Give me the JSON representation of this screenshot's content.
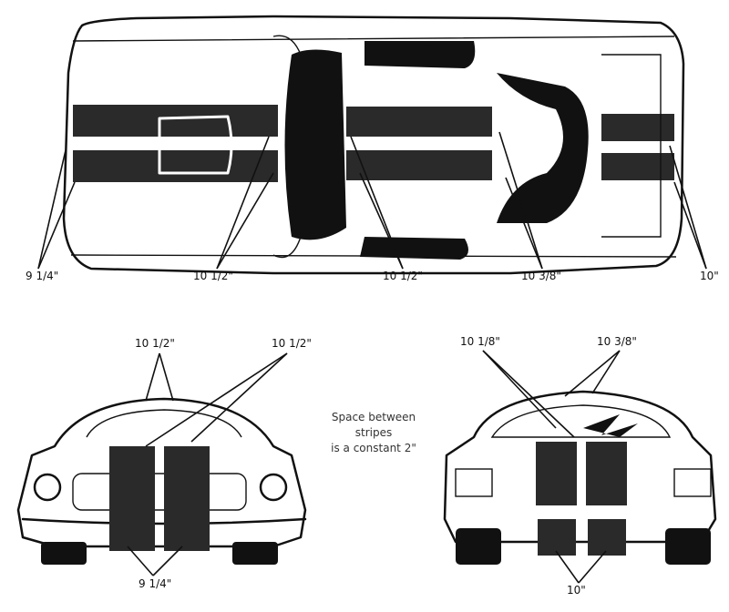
{
  "top_view": {
    "labels": [
      "9 1/4\"",
      "10 1/2\"",
      "10 1/2\"",
      "10 3/8\"",
      "10\""
    ]
  },
  "front_view": {
    "top_labels": [
      "10 1/2\"",
      "10 1/2\""
    ],
    "bottom_label": "9 1/4\""
  },
  "rear_view": {
    "top_labels": [
      "10 1/8\"",
      "10 3/8\""
    ],
    "bottom_label": "10\""
  },
  "note": {
    "line1": "Space between",
    "line2": "stripes",
    "line3": "is a constant 2\""
  }
}
